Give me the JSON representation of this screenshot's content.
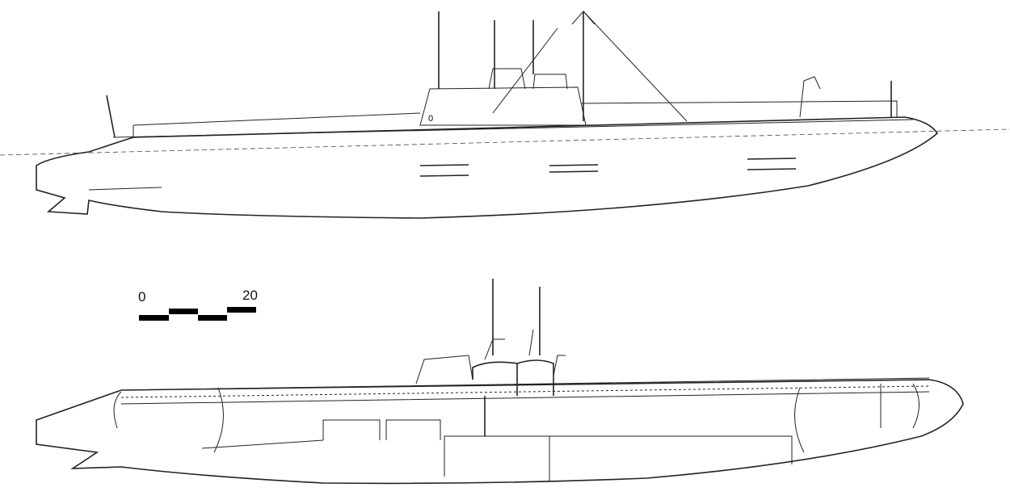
{
  "drawing": {
    "scale_bar": {
      "start_label": "0",
      "end_label": "20",
      "segments": 4
    },
    "tower_marking": "0"
  }
}
